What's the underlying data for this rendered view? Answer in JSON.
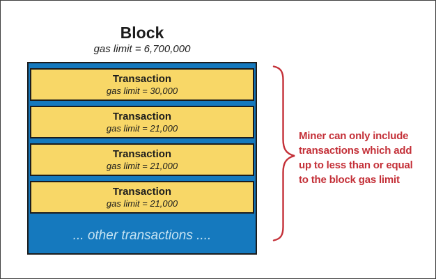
{
  "colors": {
    "block_fill": "#1579BE",
    "transaction_fill": "#F8D767",
    "outline": "#1c1c1c",
    "annotation_red": "#C43038",
    "other_text": "#C6E3F2",
    "background": "#ffffff"
  },
  "header": {
    "title": "Block",
    "subtitle": "gas limit = 6,700,000"
  },
  "block": {
    "transactions": [
      {
        "title": "Transaction",
        "gas": "gas limit = 30,000"
      },
      {
        "title": "Transaction",
        "gas": "gas limit = 21,000"
      },
      {
        "title": "Transaction",
        "gas": "gas limit = 21,000"
      },
      {
        "title": "Transaction",
        "gas": "gas limit = 21,000"
      }
    ],
    "other_label": "... other transactions ...."
  },
  "annotation": {
    "lines": [
      "Miner can only include",
      "transactions which add",
      "up to less than or equal",
      "to the block gas limit"
    ]
  },
  "icons": {
    "brace": "right-curly-brace-icon"
  }
}
